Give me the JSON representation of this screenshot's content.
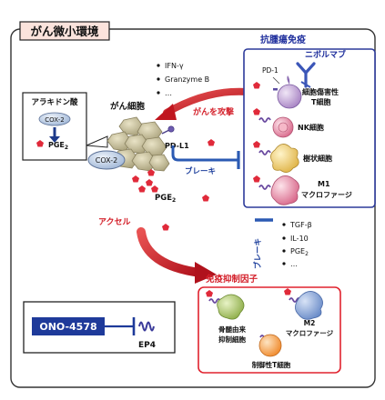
{
  "title": "がん微小環境",
  "colors": {
    "immunity_border": "#2c3a9a",
    "immunity_title": "#1d2d9c",
    "suppressor_border": "#e0222e",
    "attack_red": "#d4202a",
    "brake_blue": "#2b5ab3",
    "cancer_cell_fill": "#c8c09c",
    "cox2_fill": "#c6d6ea",
    "pge2_marker": "#e02a3a",
    "antibody_blue": "#3b56b8",
    "receptor_purple": "#5a4aa0",
    "ono_box_fill": "#1e3a9a"
  },
  "inset": {
    "title": "アラキドン酸",
    "enzyme": "COX-2",
    "product_main": "PGE",
    "product_sub": "2"
  },
  "cancer": {
    "label": "がん細胞",
    "cox2": "COX-2",
    "pdl1": "PD-L1",
    "pge2_main": "PGE",
    "pge2_sub": "2"
  },
  "immunity": {
    "title": "抗腫瘍免疫",
    "drug": "ニボルマブ",
    "receptor": "PD-1",
    "cells": [
      {
        "line1": "細胞傷害性",
        "line2": "T細胞",
        "icon": "cytotoxic-t-cell-icon"
      },
      {
        "line1": "NK細胞",
        "line2": "",
        "icon": "nk-cell-icon"
      },
      {
        "line1": "樹状細胞",
        "line2": "",
        "icon": "dendritic-cell-icon"
      },
      {
        "line1": "M1",
        "line2": "マクロファージ",
        "icon": "m1-macrophage-icon"
      }
    ]
  },
  "cytokines": [
    "IFN-γ",
    "Granzyme B",
    "…"
  ],
  "arrows": {
    "attack": "がんを攻撃",
    "brake": "ブレーキ",
    "accel": "アクセル",
    "brake2": "ブレーキ"
  },
  "suppressor_factors": {
    "items": [
      {
        "main": "TGF-β",
        "sub": ""
      },
      {
        "main": "IL-10",
        "sub": ""
      },
      {
        "main": "PGE",
        "sub": "2"
      },
      {
        "main": "…",
        "sub": ""
      }
    ]
  },
  "suppressor": {
    "title": "免疫抑制因子",
    "cells": [
      {
        "line1": "骨髄由来",
        "line2": "抑制細胞",
        "icon": "mdsc-icon"
      },
      {
        "line1": "M2",
        "line2": "マクロファージ",
        "icon": "m2-macrophage-icon"
      },
      {
        "line1": "制御性T細胞",
        "line2": "",
        "icon": "treg-icon"
      }
    ]
  },
  "drug_box": {
    "name": "ONO-4578",
    "target": "EP4"
  }
}
